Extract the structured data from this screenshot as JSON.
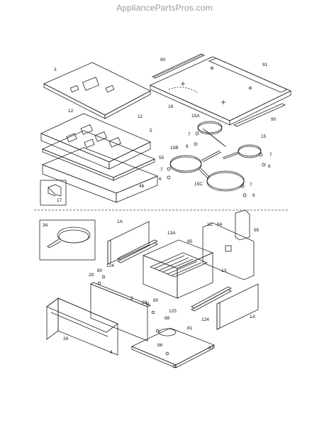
{
  "watermark": "AppliancePartsPros.com",
  "upper_callouts": {
    "c3": "3",
    "c90a": "90",
    "c91": "91",
    "c16": "16",
    "c12a": "12",
    "c12b": "12",
    "c5": "5",
    "c55": "55",
    "c46": "46",
    "c15a": "15A",
    "c7a": "7",
    "c6a": "6",
    "c15": "15",
    "c90b": "90",
    "c15b": "15B",
    "c7b": "7",
    "c6b": "6",
    "c7c": "7",
    "c6c": "6",
    "c15c": "15C",
    "c7d": "7",
    "c6d": "6",
    "c17": "17"
  },
  "lower_callouts": {
    "c34": "34",
    "c1a": "1A",
    "c13a": "13A",
    "c85": "85",
    "c1c": "1C",
    "c84": "84",
    "c95": "95",
    "c124a": "124",
    "c80a": "80",
    "c29a": "29",
    "c2": "2",
    "c29b": "29",
    "c80b": "80",
    "c13": "13",
    "c124b": "124",
    "c1a2": "1A",
    "c125": "125",
    "c88": "88",
    "c81": "81",
    "c86": "86",
    "c87": "87",
    "c39": "39",
    "c4": "4"
  }
}
